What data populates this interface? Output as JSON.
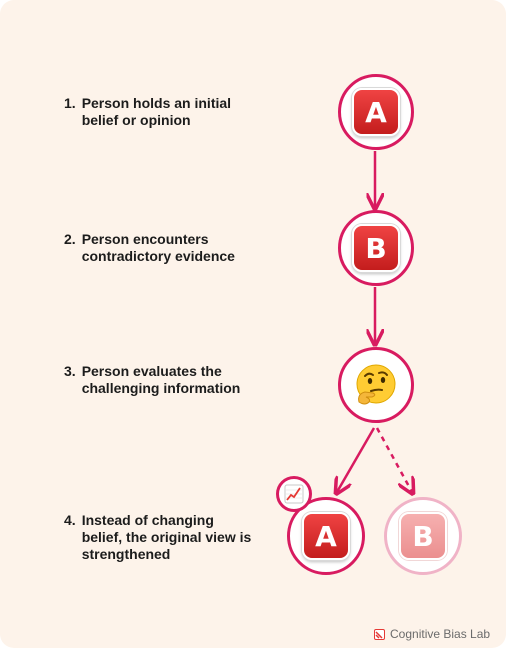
{
  "steps": [
    {
      "num": "1.",
      "text": "Person holds an initial belief or opinion"
    },
    {
      "num": "2.",
      "text": "Person encounters contradictory evidence"
    },
    {
      "num": "3.",
      "text": "Person evaluates the challenging information"
    },
    {
      "num": "4.",
      "text": "Instead of changing belief, the original view is strengthened"
    }
  ],
  "nodes": {
    "belief_a": "A",
    "evidence_b": "B",
    "thinking_icon": "thinking-face-emoji",
    "result_a": "A",
    "result_b": "B",
    "strengthen_icon": "chart-increasing-icon"
  },
  "colors": {
    "background": "#fdf3ea",
    "accent": "#d81b60",
    "accent_faded": "#f0b3c7",
    "tile_red": "#e53935"
  },
  "footer": {
    "label": "Cognitive Bias Lab",
    "icon": "logo-icon"
  }
}
